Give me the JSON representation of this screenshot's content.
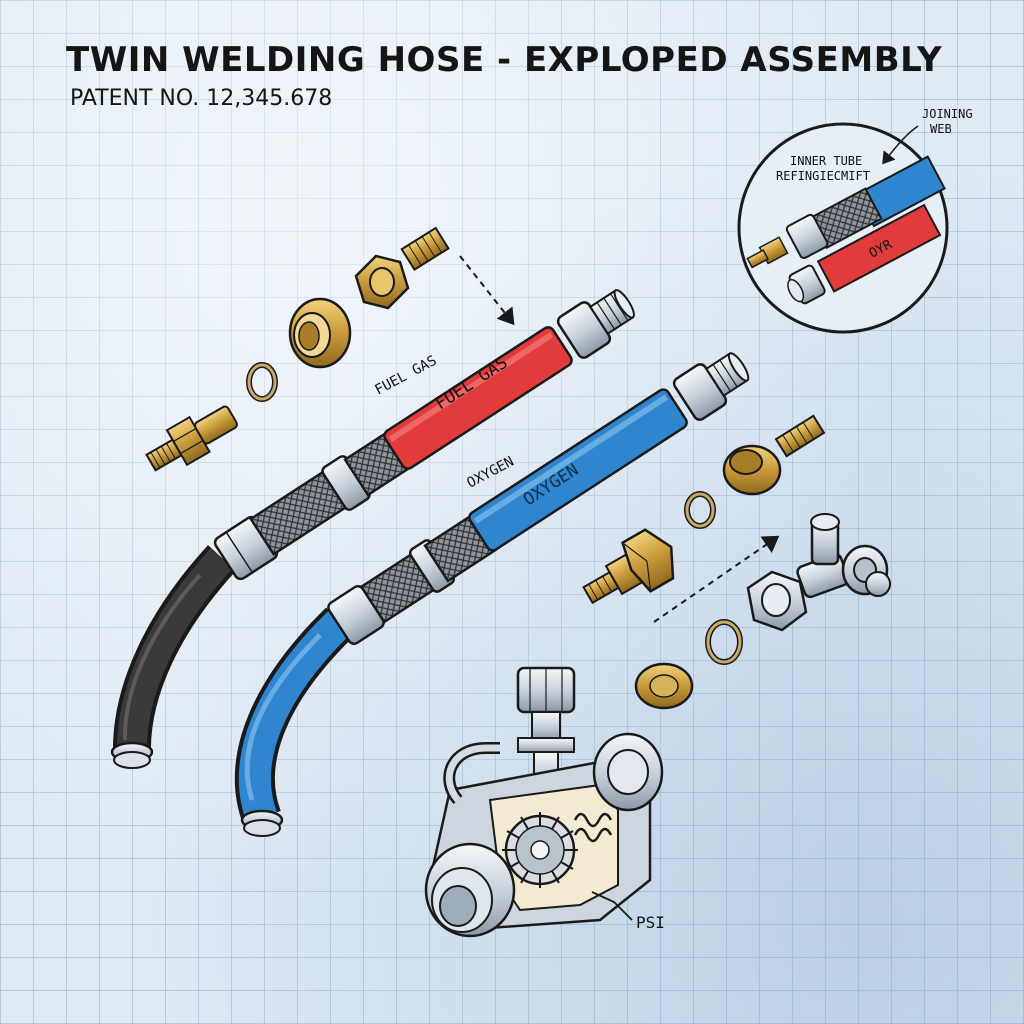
{
  "header": {
    "title": "TWIN WELDING HOSE - EXPLOPED ASSEMBLY",
    "patent": "PATENT NO. 12,345.678"
  },
  "hoses": {
    "fuel": {
      "label": "FUEL GAS",
      "tag": "FUEL GAS",
      "color": "#e23b3b"
    },
    "oxygen": {
      "label": "OXYGEN",
      "tag": "OXYGEN",
      "color": "#2f86cf"
    }
  },
  "detail_inset": {
    "inner_tube_label": "INNER TUBE",
    "reinforcement_label": "REFINGIECMIFT",
    "joining_web_label_1": "JOINING",
    "joining_web_label_2": "WEB",
    "tube_tag": "OYR"
  },
  "regulator": {
    "gauge_label": "PSI"
  },
  "colors": {
    "brass": "#c99a3a",
    "steel": "#c9d3dc",
    "outline": "#1a1a1a",
    "rubber": "#2a2a2a"
  }
}
